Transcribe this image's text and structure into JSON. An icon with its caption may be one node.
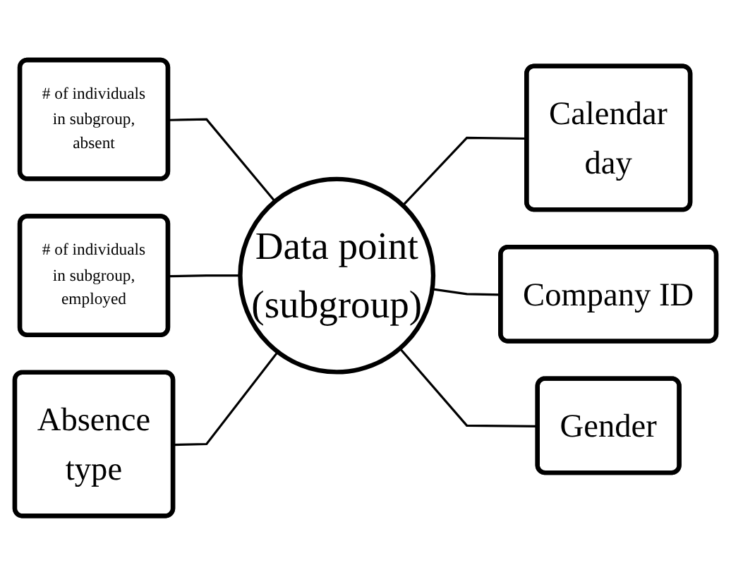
{
  "diagram": {
    "nodes": [
      {
        "text": [
          "# of individuals in subgroup, absent"
        ]
      },
      {
        "text": [
          "Calendar day"
        ]
      },
      {
        "text": [
          "# of individuals in subgroup, employed"
        ]
      },
      {
        "text": [
          "Data point",
          "(subgroup)"
        ]
      },
      {
        "text": [
          "Company ID"
        ]
      },
      {
        "text": [
          "Absence type"
        ]
      },
      {
        "text": [
          "Gender"
        ]
      }
    ],
    "edges": [
      {
        "from": 0,
        "to": 3,
        "arrow": "none"
      },
      {
        "from": 3,
        "to": 1,
        "arrow": "none"
      },
      {
        "from": 2,
        "to": 3,
        "arrow": "none"
      },
      {
        "from": 3,
        "to": 4,
        "arrow": "none"
      },
      {
        "from": 5,
        "to": 3,
        "arrow": "none"
      },
      {
        "from": 3,
        "to": 6,
        "arrow": "none"
      }
    ]
  }
}
